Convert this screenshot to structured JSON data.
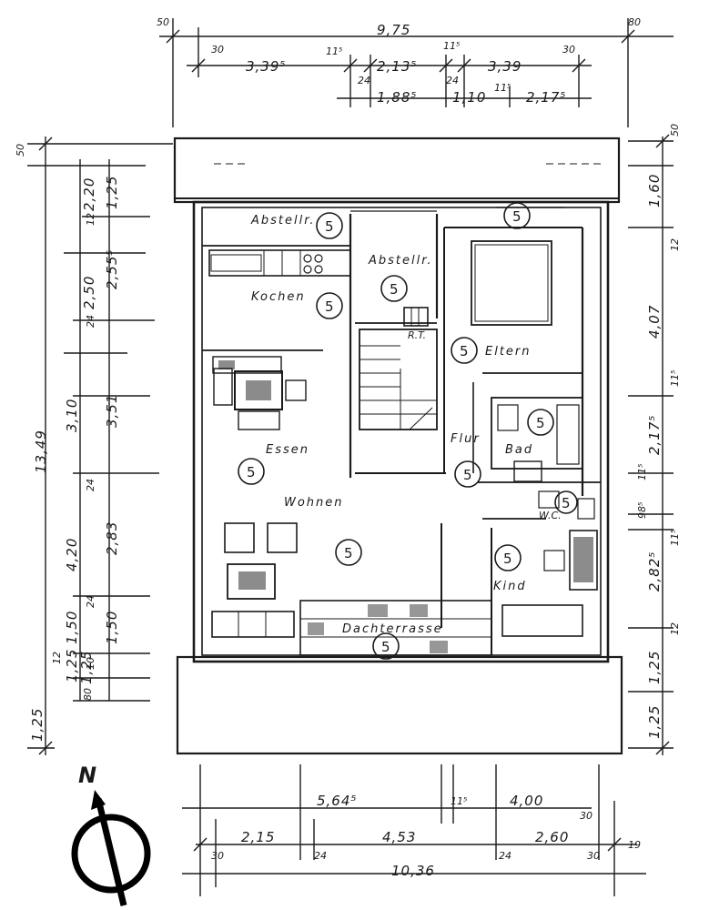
{
  "dimensions": {
    "top": {
      "overall": "9,75",
      "corner_left": "50",
      "corner_right": "80",
      "row1": [
        "30",
        "3,39⁵",
        "11⁵",
        "2,13⁵",
        "11⁵",
        "3,39",
        "30"
      ],
      "row2": [
        "24",
        "1,88⁵",
        "24",
        "1,10",
        "11⁵",
        "2,17⁵"
      ]
    },
    "left": {
      "overall": "13,49",
      "top": "50",
      "outer": [
        "3,10",
        "4,20",
        "1,50",
        "1,25",
        "80",
        "1,25"
      ],
      "middle": [
        "2,20",
        "12",
        "2,50",
        "24",
        "24",
        "24",
        "12",
        "10"
      ],
      "inner": [
        "1,25",
        "2,55⁵",
        "3,51",
        "2,83",
        "1,50",
        "1,25"
      ]
    },
    "right": {
      "top": "50",
      "values": [
        "1,60",
        "12",
        "4,07",
        "11⁵",
        "2,17⁵",
        "11⁵",
        "98⁵",
        "11⁵",
        "2,82⁵",
        "12",
        "1,25",
        "1,25"
      ]
    },
    "bottom": {
      "row1": [
        "5,64⁵",
        "11⁵",
        "4,00",
        "30"
      ],
      "row2": [
        "2,15",
        "24",
        "4,53",
        "24",
        "2,60",
        "30",
        "19"
      ],
      "row3": [
        "30",
        "10,36"
      ]
    }
  },
  "rooms": {
    "abstellr_1": "Abstellr.",
    "abstellr_2": "Abstellr.",
    "kochen": "Kochen",
    "eltern": "Eltern",
    "rt": "R.T.",
    "essen": "Essen",
    "flur": "Flur",
    "bad": "Bad",
    "wohnen": "Wohnen",
    "wc": "W.C.",
    "kind": "Kind",
    "dachterrasse": "Dachterrasse"
  },
  "room_number": "5",
  "north": "N",
  "colors": {
    "ink": "#1a1a1a",
    "paper": "#ffffff"
  }
}
